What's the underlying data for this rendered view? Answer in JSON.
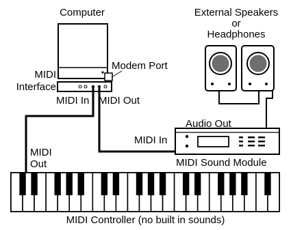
{
  "labels": {
    "computer": "Computer",
    "speakers_line1": "External Speakers",
    "speakers_line2": "or",
    "speakers_line3": "Headphones",
    "modem_port": "Modem Port",
    "midi_interface_line1": "MIDI",
    "midi_interface_line2": "Interface",
    "interface_midi_in": "MIDI In",
    "interface_midi_out": "MIDI Out",
    "audio_out": "Audio Out",
    "module_midi_in": "MIDI In",
    "midi_sound_module": "MIDI Sound Module",
    "controller_midi_out_line1": "MIDI",
    "controller_midi_out_line2": "Out",
    "midi_controller": "MIDI Controller (no built in sounds)"
  },
  "keyboard": {
    "white_keys": 23,
    "black_key_pattern": [
      1,
      1,
      0,
      1,
      1,
      1,
      0
    ]
  }
}
